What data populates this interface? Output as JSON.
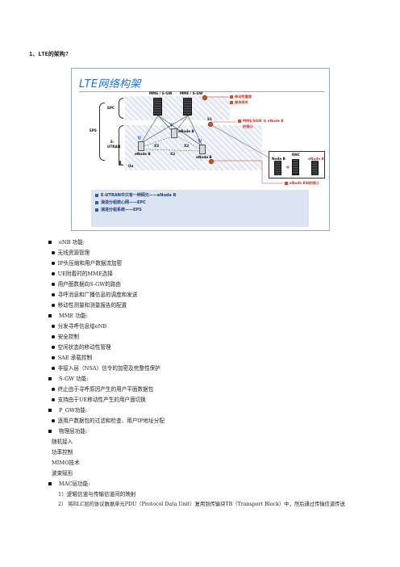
{
  "heading": "1、LTE的架构?",
  "figure": {
    "title": "LTE网络构架",
    "nodes": {
      "mme_sgw_1": "MME / S-GW",
      "mme_sgw_2": "MME / S-GW",
      "epc": "EPC",
      "eps": "EPS",
      "eutran_1": "E-",
      "eutran_2": "UTRAN",
      "s1": "S1",
      "x2_a": "X2",
      "x2_b": "X2",
      "x2_c": "X2",
      "enodeb_a": "eNode B",
      "enodeb_b": "eNode B",
      "enodeb_c": "eNode B",
      "uu": "Uu",
      "rnc": "RNC",
      "node_b": "Node B",
      "rnc_enodeb": "eNode B"
    },
    "callouts": [
      "移动性管理",
      "服务网关",
      "MME/SGW 与 eNode B",
      "的接口",
      "eNode B间的接口"
    ],
    "legend": [
      "E-UTRAN中只有一种网元——eNode B",
      "演进分组核心网——EPC",
      "演进分组系统——EPS"
    ]
  },
  "sections": [
    {
      "title": "eNB 功能:",
      "items": [
        "无线资源管理",
        "IP头压缩和用户数据流加密",
        "UE附着时的MME选择",
        "用户面数据向S-GW的路由",
        "寻呼消息和广播信息的调度和发送",
        "移动性测量和测量报告的配置"
      ]
    },
    {
      "title": "MME 功能:",
      "items": [
        "分发寻呼信息给eNB",
        "安全控制",
        "空闲状态的移动性管理",
        "SAE 承载控制",
        "非接入层（NSA）信令的加密及完整性保护"
      ]
    },
    {
      "title": "S-GW 功能:",
      "items": [
        "终止由于寻呼原因产生的用户平面数据包",
        "支持由于UE移动性产生的用户面切换"
      ]
    },
    {
      "title": "P_GW功能:",
      "items": [
        "逐用户数据包的过滤和检查、用户IP地址分配"
      ]
    },
    {
      "title": "物理层功能:",
      "items": [
        "随机接入",
        "功率控制",
        "MIMO技术",
        "波束赋形"
      ]
    },
    {
      "title": "MAC层功能:",
      "items": [
        "1）逻辑信道与传输信道间的映射",
        "2）  将RLC层的协议数据单元PDU（Protocol Data Unit）复用到传输块TB（Transport Block）中，然后通过传输信道传送"
      ]
    }
  ]
}
